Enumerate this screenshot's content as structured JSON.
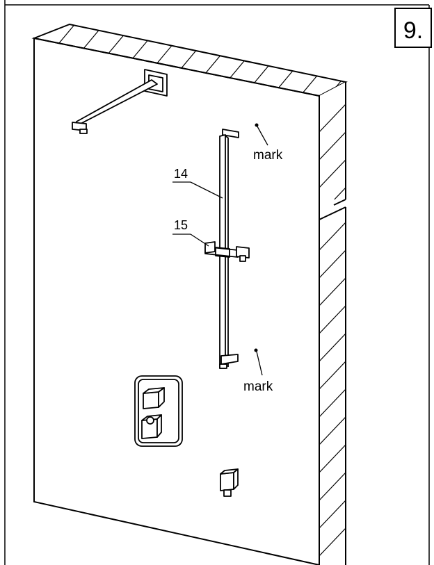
{
  "step": {
    "number": "9."
  },
  "callouts": {
    "bar_label": "14",
    "slider_label": "15"
  },
  "marks": {
    "upper": "mark",
    "lower": "mark"
  },
  "colors": {
    "line": "#000000",
    "background": "#ffffff"
  }
}
